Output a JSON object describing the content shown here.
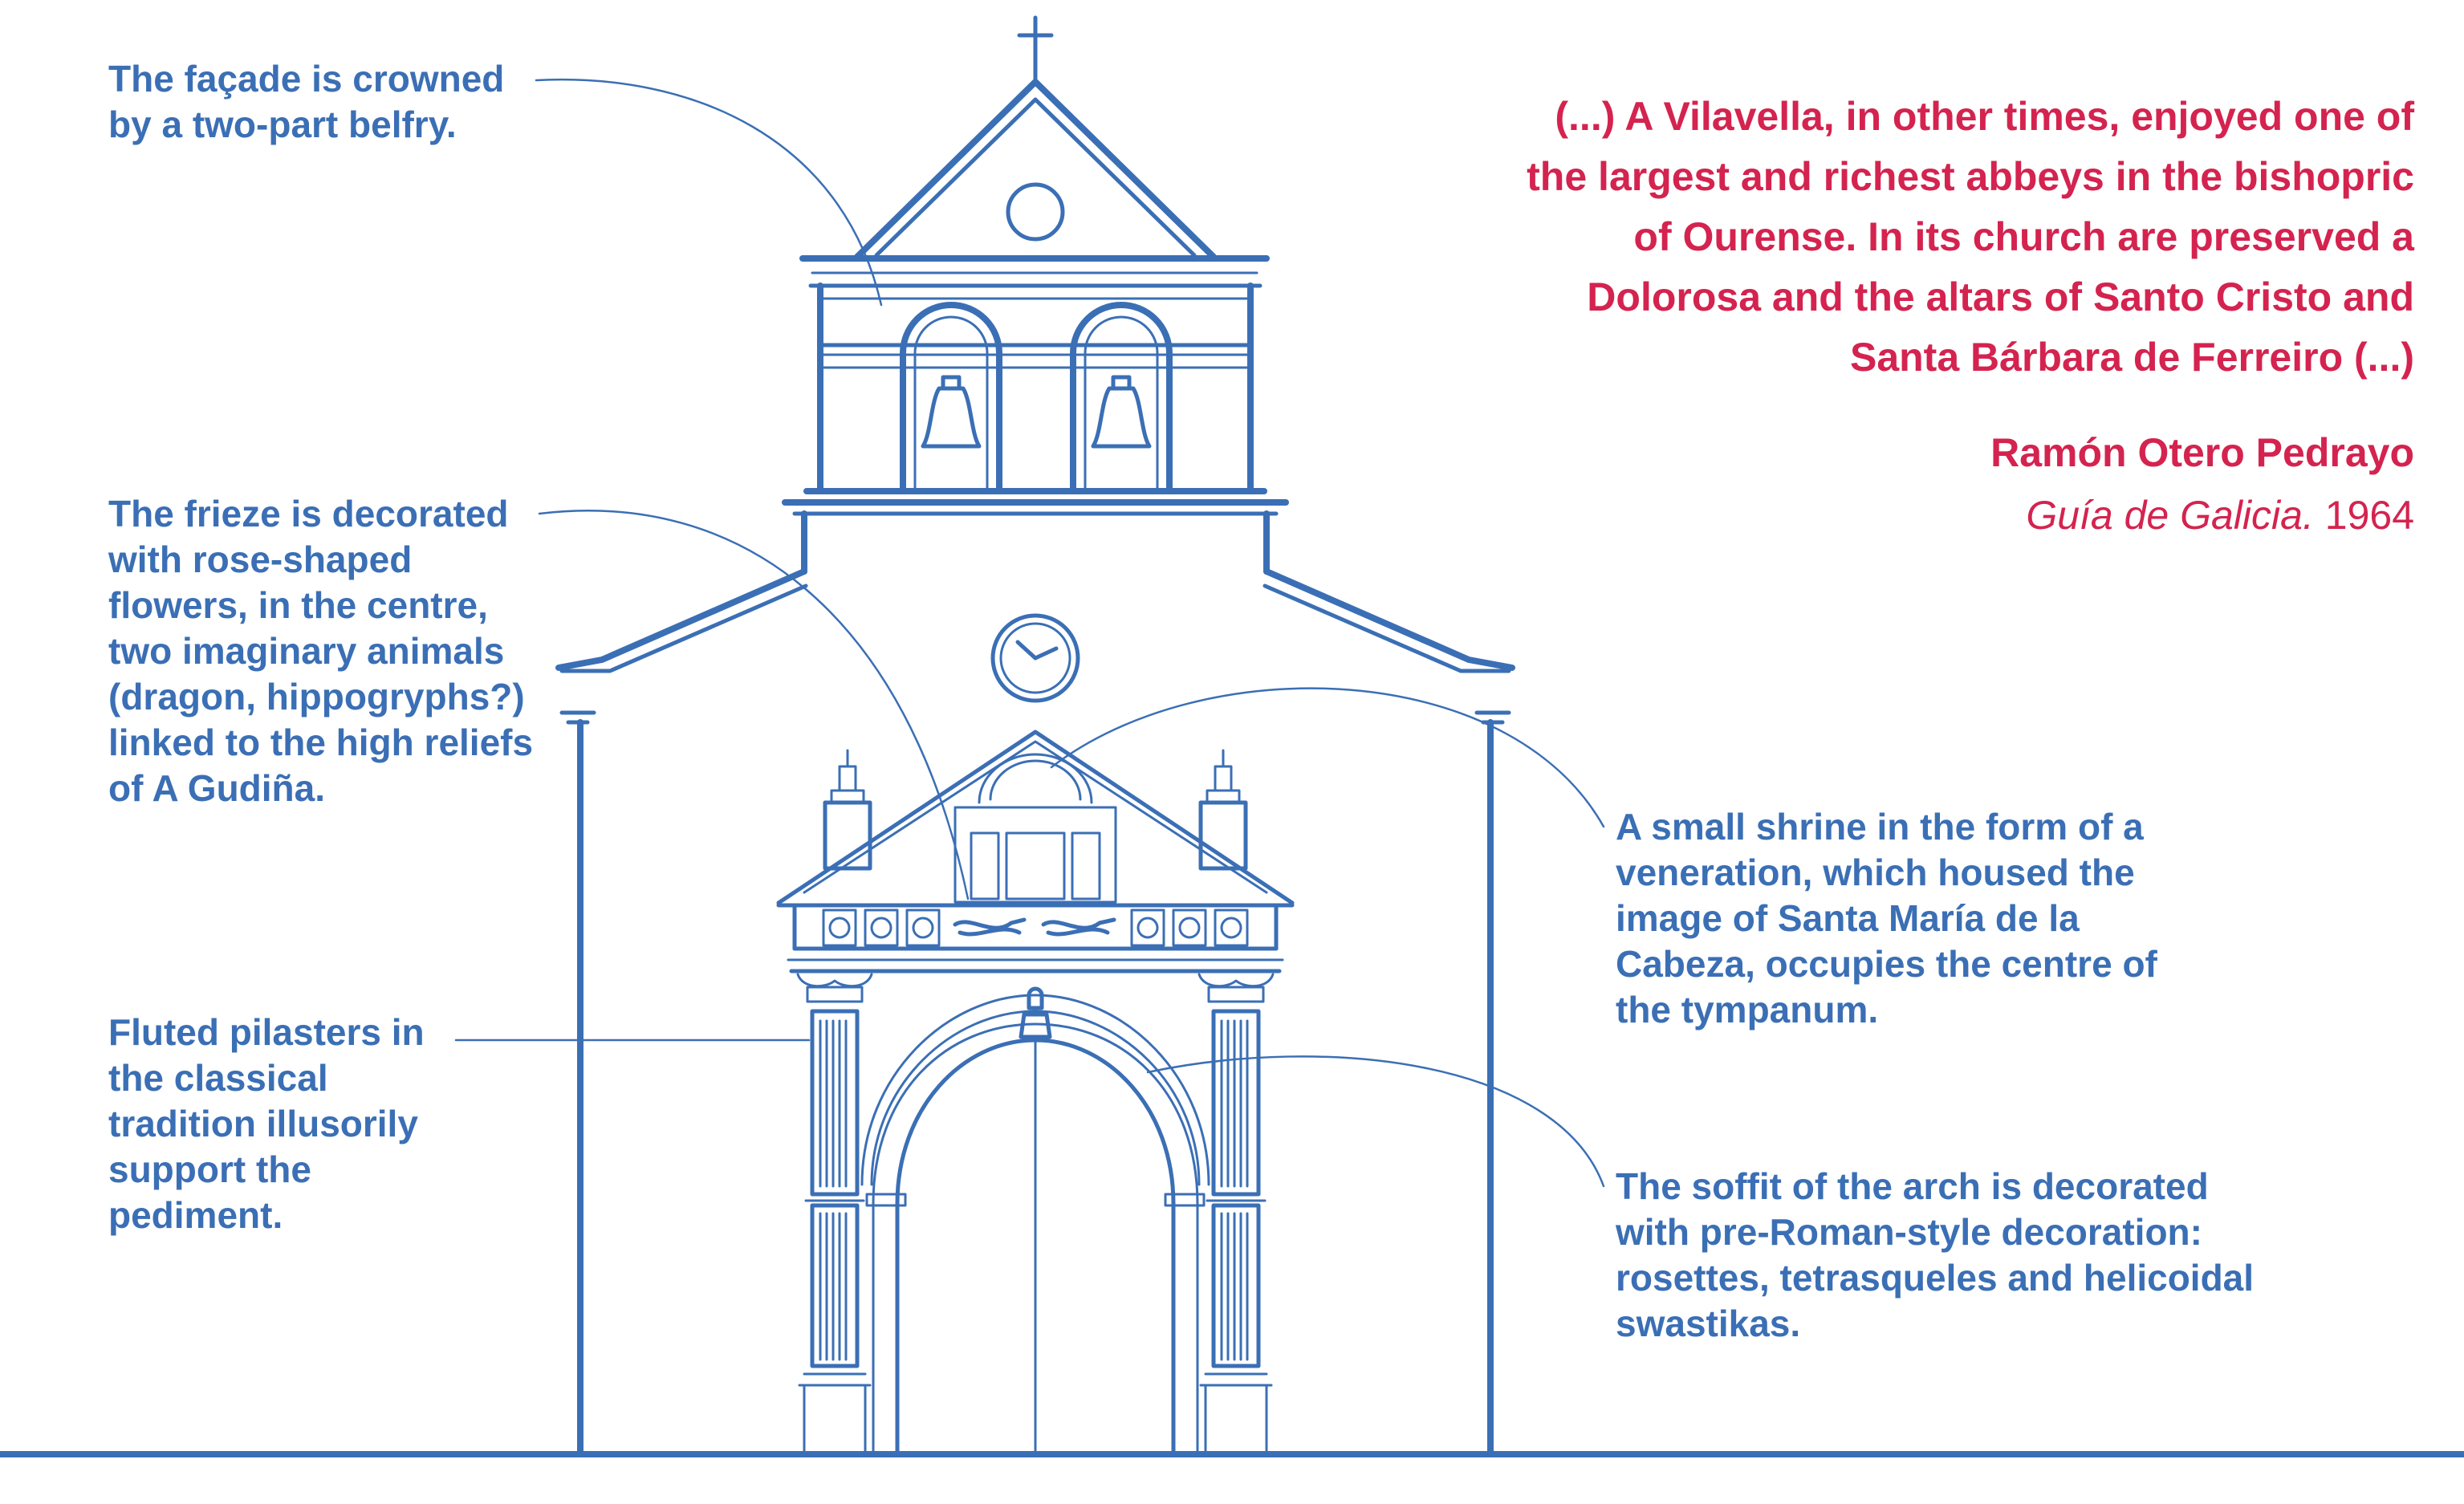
{
  "colors": {
    "line_blue": "#3b6fb5",
    "quote_red": "#d4234f",
    "background": "#ffffff"
  },
  "annotations": {
    "belfry": "The façade is crowned by a two-part belfry.",
    "frieze": "The frieze is decorated with rose-shaped flowers, in the centre, two imaginary animals (dragon, hippogryphs?) linked to the high reliefs of A Gudiña.",
    "pilasters": "Fluted pilasters in the classical tradition illusorily support the pediment.",
    "shrine": "A small shrine in the form of a veneration, which housed the image of Santa María de la Cabeza, occupies the centre of the tympanum.",
    "soffit": "The soffit of the arch is decorated with pre-Roman-style decoration: rosettes, tetrasqueles and helicoidal swastikas."
  },
  "quote": {
    "text": "(...) A Vilavella, in other times, enjoyed one of the largest and richest abbeys in the bishopric of Ourense. In its church are preserved a Dolorosa and the altars of Santo Cristo and Santa Bárbara de Ferreiro (...)",
    "author": "Ramón Otero Pedrayo",
    "source_title": "Guía de Galicia.",
    "source_year": "1964"
  }
}
